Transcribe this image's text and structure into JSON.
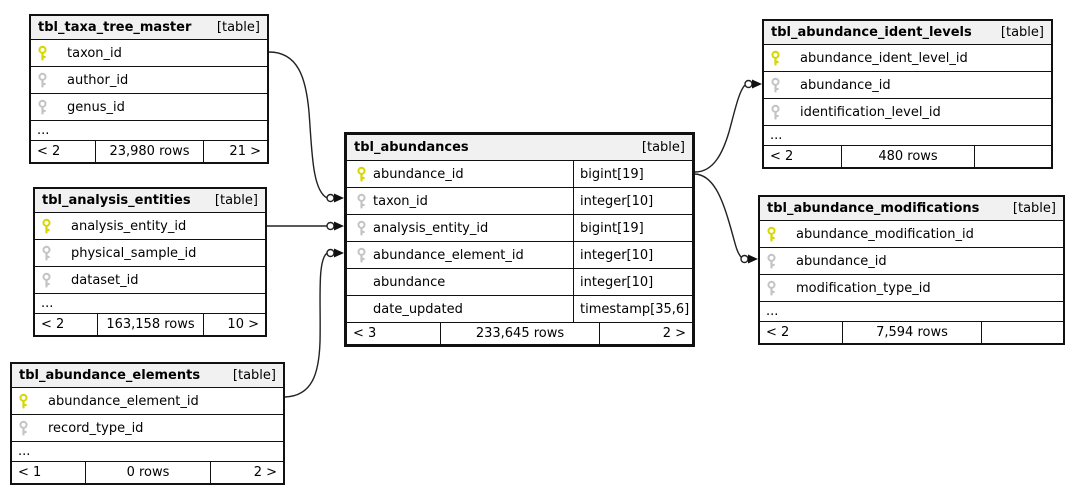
{
  "colors": {
    "primary_key": "#d6d600",
    "foreign_key": "#c4c4c4",
    "header_bg": "#f1f1f1",
    "border": "#111111"
  },
  "tables": [
    {
      "name": "tbl_taxa_tree_master",
      "type_label": "[table]",
      "columns": [
        {
          "name": "taxon_id",
          "key": "pk"
        },
        {
          "name": "author_id",
          "key": "fk"
        },
        {
          "name": "genus_id",
          "key": "fk"
        }
      ],
      "ellipsis": "...",
      "pager": {
        "prev": "< 2",
        "rows": "23,980 rows",
        "next": "21 >"
      }
    },
    {
      "name": "tbl_analysis_entities",
      "type_label": "[table]",
      "columns": [
        {
          "name": "analysis_entity_id",
          "key": "pk"
        },
        {
          "name": "physical_sample_id",
          "key": "fk"
        },
        {
          "name": "dataset_id",
          "key": "fk"
        }
      ],
      "ellipsis": "...",
      "pager": {
        "prev": "< 2",
        "rows": "163,158 rows",
        "next": "10 >"
      }
    },
    {
      "name": "tbl_abundance_elements",
      "type_label": "[table]",
      "columns": [
        {
          "name": "abundance_element_id",
          "key": "pk"
        },
        {
          "name": "record_type_id",
          "key": "fk"
        }
      ],
      "ellipsis": "...",
      "pager": {
        "prev": "< 1",
        "rows": "0 rows",
        "next": "2 >"
      }
    },
    {
      "name": "tbl_abundances",
      "type_label": "[table]",
      "columns": [
        {
          "name": "abundance_id",
          "key": "pk",
          "datatype": "bigint[19]"
        },
        {
          "name": "taxon_id",
          "key": "fk",
          "datatype": "integer[10]"
        },
        {
          "name": "analysis_entity_id",
          "key": "fk",
          "datatype": "bigint[19]"
        },
        {
          "name": "abundance_element_id",
          "key": "fk",
          "datatype": "integer[10]"
        },
        {
          "name": "abundance",
          "key": "none",
          "datatype": "integer[10]"
        },
        {
          "name": "date_updated",
          "key": "none",
          "datatype": "timestamp[35,6]"
        }
      ],
      "pager": {
        "prev": "< 3",
        "rows": "233,645 rows",
        "next": "2 >"
      }
    },
    {
      "name": "tbl_abundance_ident_levels",
      "type_label": "[table]",
      "columns": [
        {
          "name": "abundance_ident_level_id",
          "key": "pk"
        },
        {
          "name": "abundance_id",
          "key": "fk"
        },
        {
          "name": "identification_level_id",
          "key": "fk"
        }
      ],
      "ellipsis": "...",
      "pager": {
        "prev": "< 2",
        "rows": "480 rows",
        "next": ""
      }
    },
    {
      "name": "tbl_abundance_modifications",
      "type_label": "[table]",
      "columns": [
        {
          "name": "abundance_modification_id",
          "key": "pk"
        },
        {
          "name": "abundance_id",
          "key": "fk"
        },
        {
          "name": "modification_type_id",
          "key": "fk"
        }
      ],
      "ellipsis": "...",
      "pager": {
        "prev": "< 2",
        "rows": "7,594 rows",
        "next": ""
      }
    }
  ]
}
